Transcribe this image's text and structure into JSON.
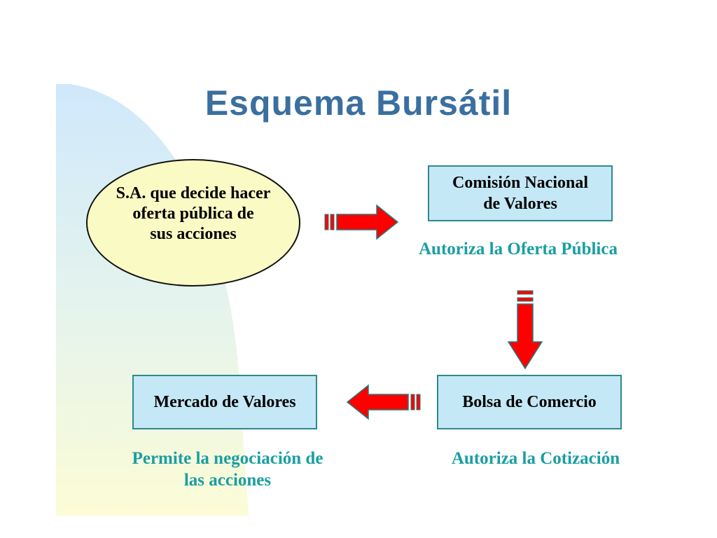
{
  "title": "Esquema Bursátil",
  "nodes": {
    "company": {
      "line1": "S.A. que decide hacer",
      "line2": "oferta pública de",
      "line3": "sus acciones"
    },
    "cnv": {
      "line1": "Comisión Nacional",
      "line2": "de Valores"
    },
    "bolsa": {
      "label": "Bolsa de Comercio"
    },
    "mercado": {
      "label": "Mercado de Valores"
    }
  },
  "captions": {
    "cnv": "Autoriza la Oferta Pública",
    "bolsa": "Autoriza la Cotización",
    "mercado_line1": "Permite la negociación de",
    "mercado_line2": "las acciones"
  },
  "colors": {
    "title": "#3a6f9f",
    "box_fill": "#c4e8f6",
    "box_border": "#2e8a8a",
    "ellipse_fill": "#fafac4",
    "caption": "#1a9ea2",
    "arrow": "#ff0000",
    "arrow_outline": "#1f7f7f"
  }
}
